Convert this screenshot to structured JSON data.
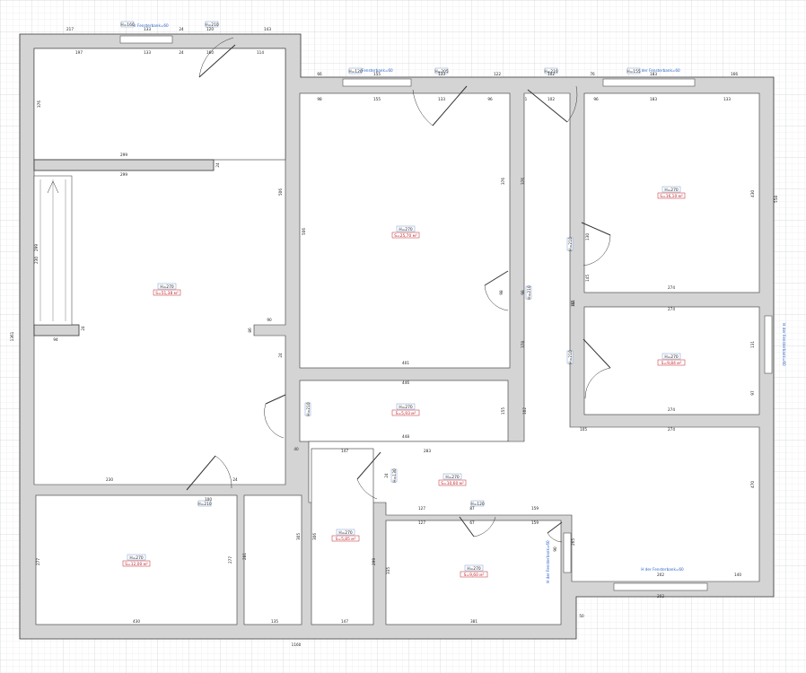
{
  "plan": {
    "total_width": "1160",
    "total_height": "1361",
    "accent_colors": {
      "area": "#c0272d",
      "window": "#2a64c8"
    },
    "rooms": [
      {
        "id": "living",
        "height": "H=270",
        "area": "S=51,38 м²"
      },
      {
        "id": "center",
        "height": "H=270",
        "area": "S=25,70 м²"
      },
      {
        "id": "ne",
        "height": "H=270",
        "area": "S=16,10 м²"
      },
      {
        "id": "e_mid",
        "height": "H=270",
        "area": "S=9,84 м²"
      },
      {
        "id": "corridor",
        "height": "H=270",
        "area": "S=5,93 м²"
      },
      {
        "id": "hall",
        "height": "H=270",
        "area": "S=10,60 м²"
      },
      {
        "id": "sw",
        "height": "H=270",
        "area": "S=12,00 м²"
      },
      {
        "id": "small",
        "height": "H=270",
        "area": "S=5,85 м²"
      },
      {
        "id": "south",
        "height": "H=270",
        "area": "S=9,60 м²"
      }
    ],
    "window_labels": [
      "H der Fensterbank=60",
      "H der Fensterbank=60",
      "H der Fensterbank=60",
      "H der Fensterbank=60",
      "H der Fensterbank=60",
      "H der Fensterbank=60"
    ],
    "opening_tags": [
      "H=160",
      "H=210",
      "H=120",
      "H=205",
      "H=210",
      "H=155",
      "H=210",
      "H=210",
      "H=210",
      "H=210",
      "H=210",
      "H=120",
      "H=130"
    ],
    "dims": [
      "217",
      "133",
      "24",
      "120",
      "143",
      "197",
      "133",
      "24",
      "160",
      "114",
      "66",
      "155",
      "133",
      "122",
      "102",
      "76",
      "183",
      "166",
      "98",
      "155",
      "133",
      "96",
      "1",
      "102",
      "96",
      "183",
      "133",
      "376",
      "299",
      "299",
      "24",
      "299",
      "506",
      "506",
      "376",
      "376",
      "430",
      "558",
      "230",
      "24",
      "94",
      "90",
      "86",
      "24",
      "98",
      "98",
      "92",
      "130",
      "145",
      "401",
      "446",
      "155",
      "102",
      "274",
      "274",
      "151",
      "131",
      "97",
      "274",
      "105",
      "378",
      "448",
      "40",
      "147",
      "283",
      "24",
      "274",
      "470",
      "230",
      "100",
      "24",
      "127",
      "87",
      "159",
      "127",
      "67",
      "159",
      "277",
      "281",
      "277",
      "305",
      "306",
      "299",
      "90",
      "335",
      "202",
      "430",
      "135",
      "147",
      "381",
      "265",
      "202",
      "140",
      "1160",
      "50",
      "1361"
    ]
  }
}
